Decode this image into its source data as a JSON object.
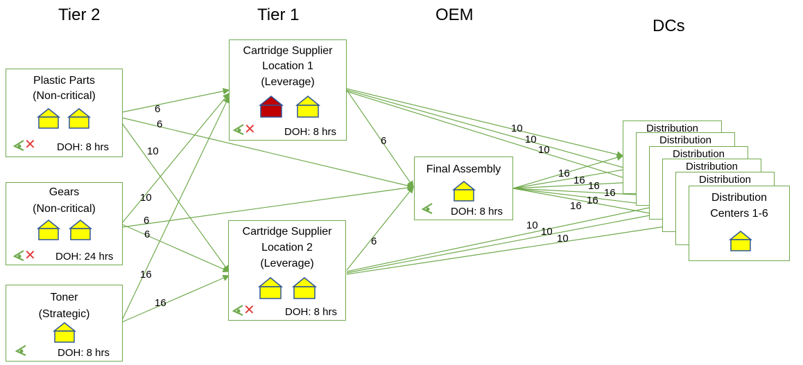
{
  "tiers": {
    "tier2": "Tier 2",
    "tier1": "Tier 1",
    "oem": "OEM",
    "dcs": "DCs"
  },
  "nodes": {
    "plastic": {
      "line1": "Plastic Parts",
      "line2": "(Non-critical)",
      "doh": "DOH: 8 hrs"
    },
    "gears": {
      "line1": "Gears",
      "line2": "(Non-critical)",
      "doh": "DOH: 24 hrs"
    },
    "toner": {
      "line1": "Toner",
      "line2": "(Strategic)",
      "doh": "DOH: 8 hrs"
    },
    "cart1": {
      "line1": "Cartridge Supplier",
      "line2": "Location 1",
      "line3": "(Leverage)",
      "doh": "DOH: 8 hrs"
    },
    "cart2": {
      "line1": "Cartridge Supplier",
      "line2": "Location 2",
      "line3": "(Leverage)",
      "doh": "DOH: 8 hrs"
    },
    "final": {
      "line1": "Final Assembly",
      "doh": "DOH: 8 hrs"
    },
    "dc": {
      "stack_label": "Distribution",
      "line1": "Distribution",
      "line2": "Centers 1-6"
    }
  },
  "edge_labels": {
    "plastic_cart1": "6",
    "plastic_final": "6",
    "plastic_cart2": "10",
    "gears_cart1": "10",
    "gears_final": "6",
    "gears_cart2": "6",
    "toner_cart1": "16",
    "toner_cart2": "16",
    "cart1_final": "6",
    "cart2_final": "6",
    "cart1_dc_a": "10",
    "cart1_dc_b": "10",
    "cart1_dc_c": "10",
    "final_dc_a": "16",
    "final_dc_b": "16",
    "final_dc_c": "16",
    "final_dc_d": "16",
    "final_dc_e": "16",
    "final_dc_f": "16",
    "cart2_dc_a": "10",
    "cart2_dc_b": "10",
    "cart2_dc_c": "10"
  },
  "colors": {
    "border": "#6fa94c",
    "house_yellow": "#ffff00",
    "house_red": "#c00000",
    "house_roof_stroke": "#2f5597",
    "risk_x": "#e23a3a"
  },
  "icons": {
    "house": "house-icon",
    "visibility": "eye-visibility-icon",
    "risk": "red-x-icon"
  }
}
